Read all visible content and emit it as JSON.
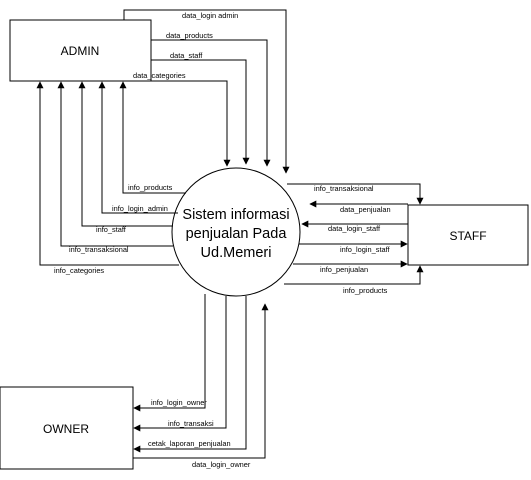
{
  "entities": {
    "admin": "ADMIN",
    "staff": "STAFF",
    "owner": "OWNER"
  },
  "process": {
    "line1": "Sistem informasi",
    "line2": "penjualan Pada",
    "line3": "Ud.Memeri"
  },
  "flows": {
    "admin_to_system": [
      "data_login admin",
      "data_products",
      "data_staff",
      "data_categories"
    ],
    "system_to_admin": [
      "info_products",
      "info_login_admin",
      "info_staff",
      "info_transaksional",
      "info_categories"
    ],
    "system_to_staff": [
      "info_transaksional",
      "info_login_staff",
      "info_penjualan",
      "info_products"
    ],
    "staff_to_system": [
      "data_penjualan",
      "data_login_staff"
    ],
    "system_to_owner": [
      "info_login_owner",
      "info_transaksi",
      "cetak_laporan_penjualan"
    ],
    "owner_to_system": [
      "data_login_owner"
    ]
  }
}
